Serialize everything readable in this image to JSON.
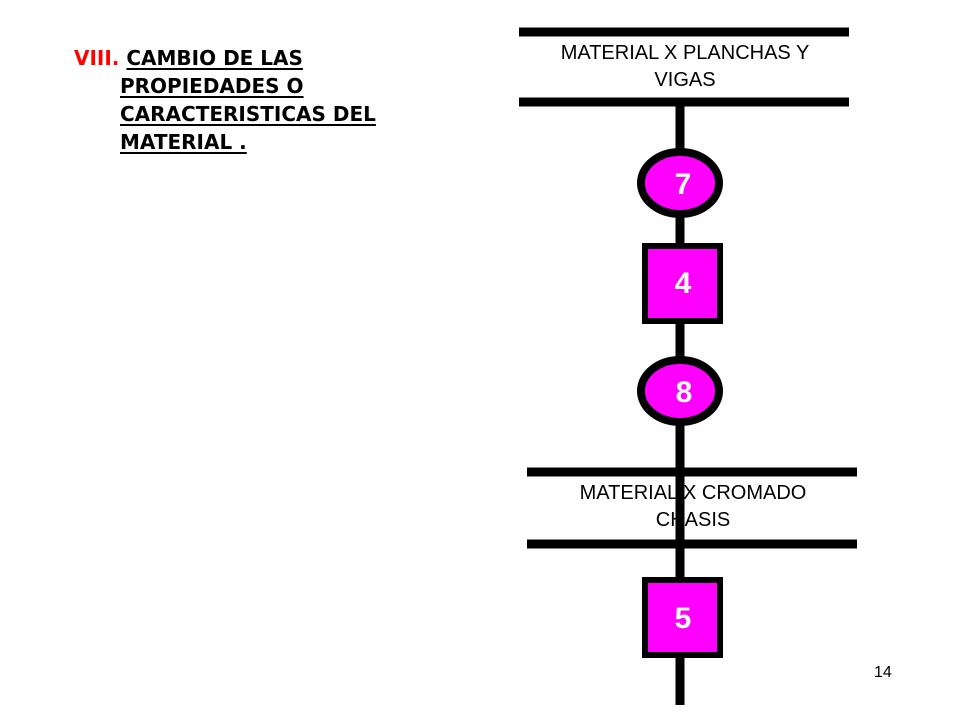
{
  "heading": {
    "number": "VIII.",
    "line1": "CAMBIO DE LAS",
    "line2": "PROPIEDADES O",
    "line3": "CARACTERISTICAS DEL",
    "line4": "MATERIAL ."
  },
  "top_bar_label": {
    "line1": "MATERIAL X PLANCHAS Y",
    "line2": "VIGAS"
  },
  "bottom_bar_label": {
    "line1": "MATERIAL X CROMADO",
    "line2": "CHASIS"
  },
  "nodes": {
    "operation_7": "7",
    "inspection_4": "4",
    "operation_8": "8",
    "inspection_5": "5"
  },
  "page_number": "14",
  "colors": {
    "node_fill": "#ff00ff",
    "node_outline": "#000000",
    "heading_number": "#ff0000",
    "text": "#000000"
  }
}
